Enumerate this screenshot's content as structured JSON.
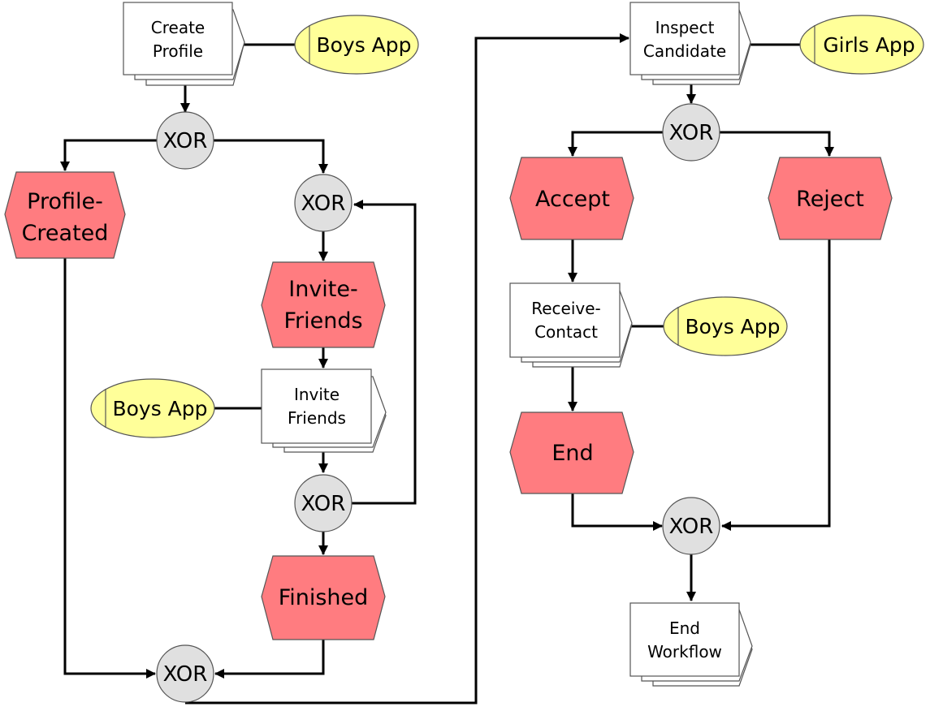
{
  "colors": {
    "event_fill": "#ff7c80",
    "event_stroke": "#555555",
    "system_fill": "#ffff99",
    "xor_fill": "#e0e0e0",
    "function_fill": "#ffffff"
  },
  "functions": {
    "create_profile": [
      "Create",
      "Profile"
    ],
    "invite_friends": [
      "Invite",
      "Friends"
    ],
    "inspect_candidate": [
      "Inspect",
      "Candidate"
    ],
    "receive_contact": [
      "Receive-",
      "Contact"
    ],
    "end_workflow": [
      "End",
      "Workflow"
    ]
  },
  "events": {
    "profile_created": [
      "Profile-",
      "Created"
    ],
    "invite_friends": [
      "Invite-",
      "Friends"
    ],
    "finished": [
      "Finished"
    ],
    "accept": [
      "Accept"
    ],
    "reject": [
      "Reject"
    ],
    "end": [
      "End"
    ]
  },
  "systems": {
    "boys_app_1": "Boys App",
    "boys_app_2": "Boys App",
    "girls_app": "Girls App",
    "boys_app_3": "Boys App"
  },
  "xor_label": "XOR"
}
